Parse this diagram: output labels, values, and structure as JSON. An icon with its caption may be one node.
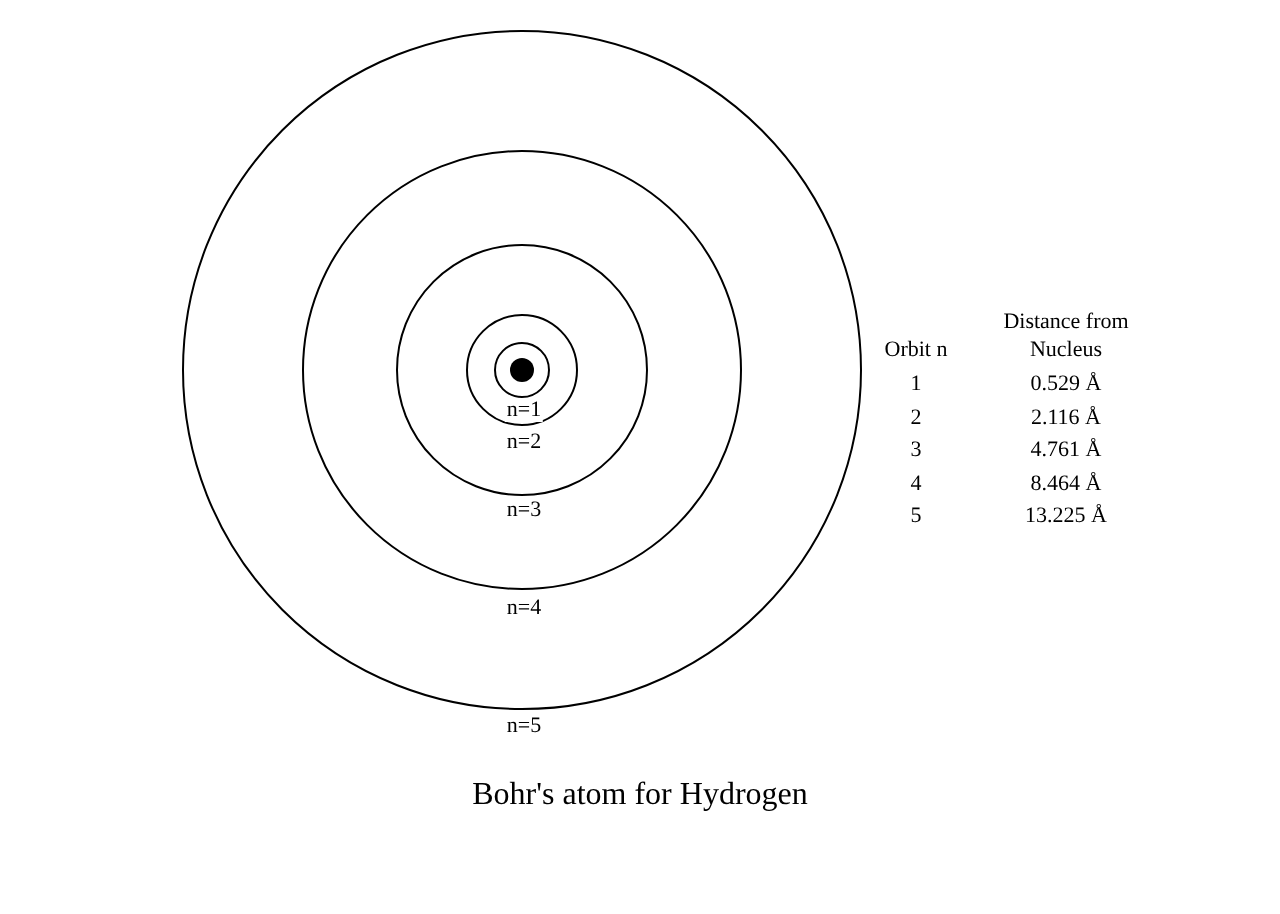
{
  "diagram": {
    "caption": "Bohr's atom for Hydrogen",
    "nodes": [
      {
        "text": [
          "n=5"
        ]
      },
      {
        "text": [
          "n=4"
        ],
        "in": 0
      },
      {
        "text": [
          "n=3"
        ],
        "in": 1
      },
      {
        "text": [
          "n=2"
        ],
        "in": 2
      },
      {
        "text": [
          "n=1"
        ],
        "in": 3
      },
      {
        "text": [],
        "shape": "circle",
        "in": 4
      }
    ],
    "labels": [
      "Orbit n",
      "Distance from Nucleus",
      "1",
      "0.529 Å",
      "2",
      "2.116 Å",
      "3",
      "4.761 Å",
      "4",
      "8.464 Å",
      "5",
      "13.225 Å"
    ]
  }
}
